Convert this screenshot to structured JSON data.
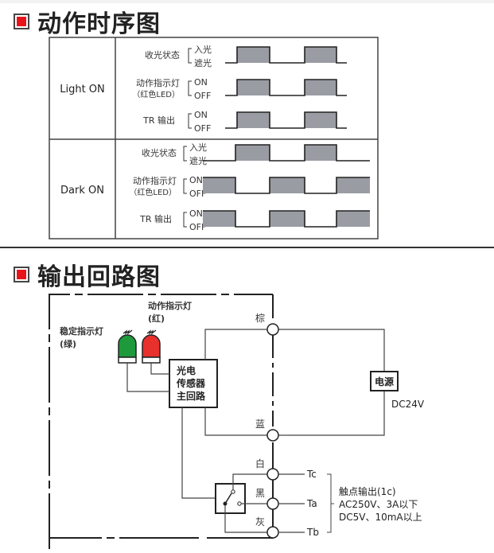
{
  "timing_section": {
    "title": "动作时序图",
    "marker_color": "#e8141c",
    "modes": [
      {
        "label": "Light ON",
        "rows": [
          {
            "name": "收光状态",
            "name2": "",
            "high": "入光",
            "low": "遮光",
            "states": [
              0,
              1,
              0,
              1,
              0
            ],
            "leading_filled": false
          },
          {
            "name": "动作指示灯",
            "name2": "（红色LED）",
            "high": "ON",
            "low": "OFF",
            "states": [
              0,
              1,
              0,
              1,
              0
            ],
            "leading_filled": false
          },
          {
            "name": "TR 输出",
            "name2": "",
            "high": "ON",
            "low": "OFF",
            "states": [
              0,
              1,
              0,
              1,
              0
            ],
            "leading_filled": false
          }
        ]
      },
      {
        "label": "Dark ON",
        "rows": [
          {
            "name": "收光状态",
            "name2": "",
            "high": "入光",
            "low": "遮光",
            "states": [
              0,
              1,
              0,
              1,
              0
            ],
            "leading_filled": false
          },
          {
            "name": "动作指示灯",
            "name2": "（红色LED）",
            "high": "ON",
            "low": "OFF",
            "states": [
              1,
              0,
              1,
              0,
              1
            ],
            "leading_filled": true
          },
          {
            "name": "TR 输出",
            "name2": "",
            "high": "ON",
            "low": "OFF",
            "states": [
              1,
              0,
              1,
              0,
              1
            ],
            "leading_filled": true
          }
        ]
      }
    ],
    "fill_color": "#9a9ca3"
  },
  "circuit_section": {
    "title": "输出回路图",
    "stable_led": {
      "label": "稳定指示灯",
      "sub": "(绿)",
      "color": "#1e9a3c"
    },
    "action_led": {
      "label": "动作指示灯",
      "sub": "(红)",
      "color": "#e8302c"
    },
    "main_circuit": [
      "光电",
      "传感器",
      "主回路"
    ],
    "wires": {
      "brown": "棕",
      "blue": "蓝",
      "white": "白",
      "black": "黑",
      "gray": "灰"
    },
    "power": {
      "label": "电源",
      "voltage": "DC24V"
    },
    "terminals": [
      "Tc",
      "Ta",
      "Tb"
    ],
    "contact_output": [
      "触点输出(1c)",
      "AC250V、3A以下",
      "DC5V、10mA以上"
    ]
  }
}
